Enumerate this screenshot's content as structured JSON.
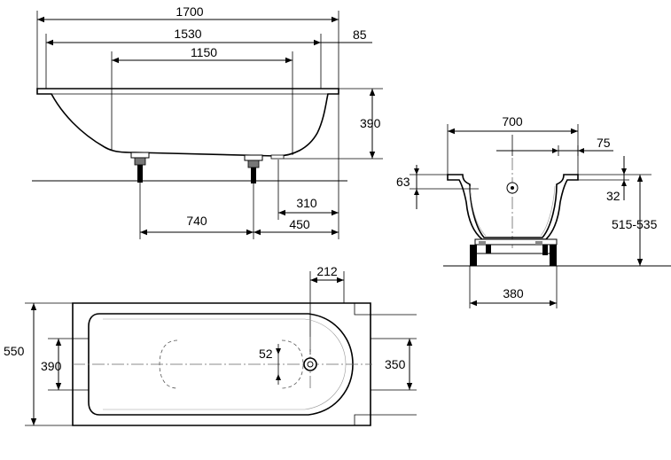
{
  "side_view": {
    "overall_length": "1700",
    "inner_length": "1530",
    "flat_bottom_length": "1150",
    "rim_offset": "85",
    "height": "390",
    "drain_offset": "310",
    "leg_spacing": "740",
    "leg_end_offset": "450"
  },
  "end_view": {
    "width": "700",
    "drain_offset": "75",
    "rim_height": "63",
    "rim_drop": "32",
    "total_height": "515-535",
    "leg_width": "380"
  },
  "plan_view": {
    "drain_from_end": "212",
    "outer_width": "550",
    "inner_width": "390",
    "drain_diameter": "52",
    "support_width": "350"
  }
}
